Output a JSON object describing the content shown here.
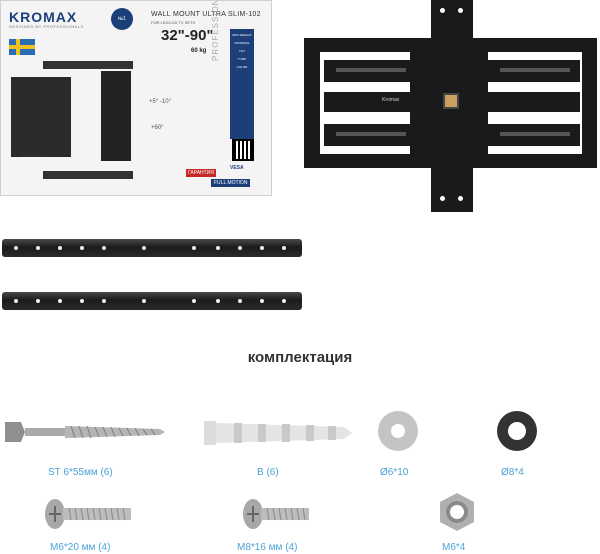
{
  "box": {
    "brand": "KROMAX",
    "brand_sub": "DESIGNED BY PROFESSIONALS",
    "badge": "№1",
    "title": "WALL MOUNT ULTRA SLIM-102",
    "subtitle": "FOR LED/LCD TV SETS",
    "size": "32\"-90\"",
    "weight": "60 kg",
    "tilt": "+5° -10°",
    "turn": "+60°",
    "choice": "ВЫБОР №1",
    "guarantee": "ГАРАНТИЯ",
    "full_motion": "FULL MOTION",
    "vesa": "VESA",
    "vertical_line": "PROFESSIONAL LINE",
    "spec_labels": [
      "MAX WEIGHT",
      "DISTANCE",
      "TILT",
      "TURN",
      "COLOR"
    ]
  },
  "bracket": {
    "logo": "Kromax",
    "color": "#1a1a1a"
  },
  "kit": {
    "title": "комплектация"
  },
  "parts": [
    {
      "name": "ST 6*55мм (6)"
    },
    {
      "name": "B (6)"
    },
    {
      "name": "Ø6*10"
    },
    {
      "name": "Ø8*4"
    },
    {
      "name": "M6*20 мм (4)"
    },
    {
      "name": "M8*16 мм (4)"
    },
    {
      "name": "M6*4"
    }
  ],
  "colors": {
    "label_blue": "#4aa3d6",
    "brand_blue": "#1c3f7a",
    "metal": "#1a1a1a"
  }
}
